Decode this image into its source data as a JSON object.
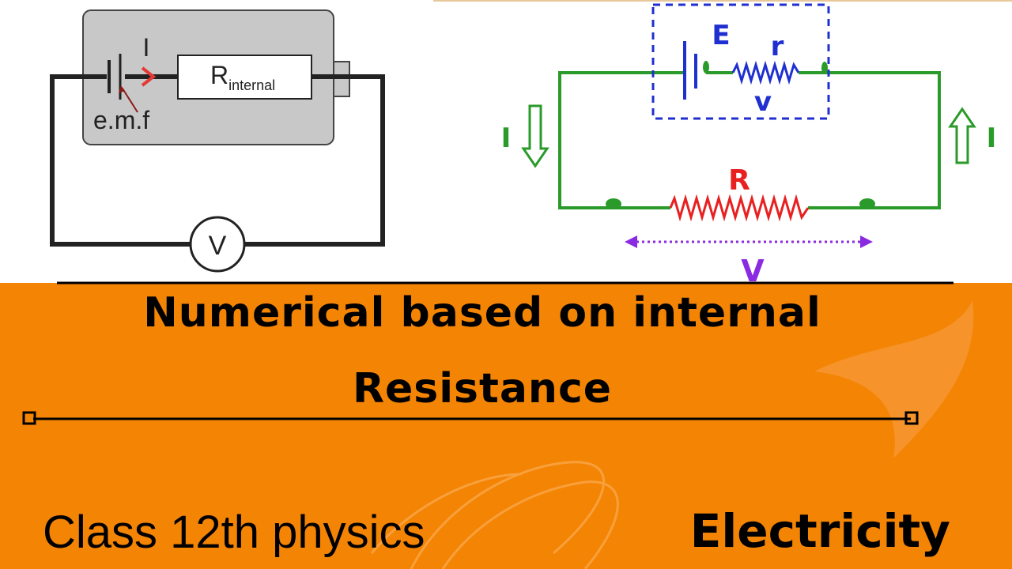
{
  "colors": {
    "banner": "#f48404",
    "battery_box": "#c8c8c8",
    "current_arrow": "#e53935",
    "circuit_right_wire": "#2a9a2a",
    "emf_box_dashed": "#1f2fd0",
    "internal_resistor": "#1f2fd0",
    "load_resistor": "#e82020",
    "voltage_arrow": "#8a2be2"
  },
  "left_diagram": {
    "current_label": "I",
    "resistor_label_main": "R",
    "resistor_label_sub": "internal",
    "emf_label": "e.m.f",
    "voltmeter_label": "V"
  },
  "right_diagram": {
    "emf_label": "E",
    "internal_r_label": "r",
    "internal_v_label": "v",
    "load_label": "R",
    "terminal_voltage_label": "V",
    "left_current_label": "I",
    "right_current_label": "I"
  },
  "title": {
    "line1": "Numerical based on internal",
    "line2": "Resistance"
  },
  "footer": {
    "left": "Class 12th physics",
    "right": "Electricity"
  }
}
